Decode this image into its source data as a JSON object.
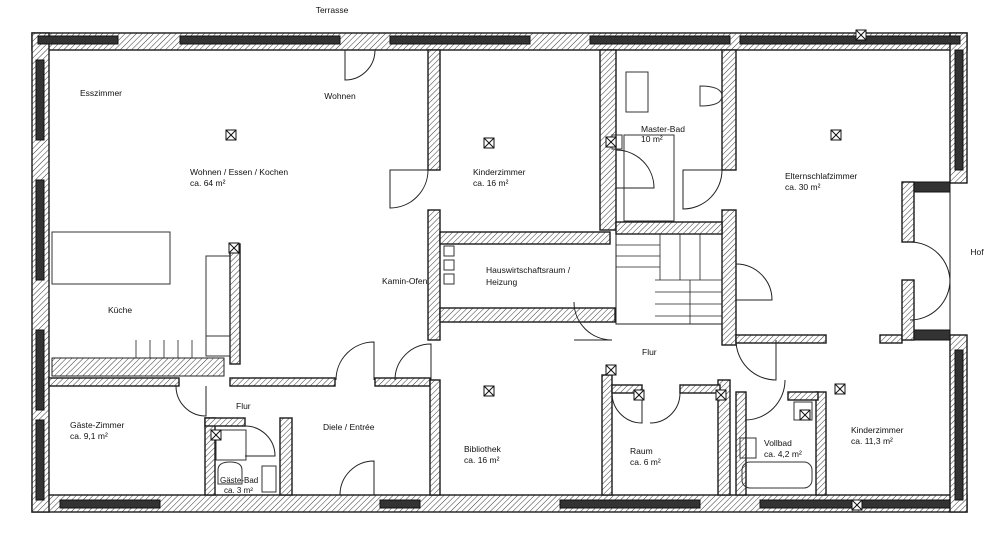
{
  "outside": {
    "terrace": "Terrasse",
    "courtyard": "Hof"
  },
  "rooms": {
    "dining": {
      "name": "Esszimmer"
    },
    "living": {
      "name": "Wohnen"
    },
    "living_dining_kitchen": {
      "name": "Wohnen  /  Essen  /  Kochen",
      "area": "ca. 64 m²"
    },
    "kitchen": {
      "name": "Küche"
    },
    "fireplace": {
      "name": "Kamin-Ofen"
    },
    "kids_room_1": {
      "name": "Kinderzimmer",
      "area": "ca. 16 m²"
    },
    "master_bath": {
      "name": "Master-Bad",
      "area": "10 m²"
    },
    "parents_bedroom": {
      "name": "Elternschlafzimmer",
      "area": "ca. 30 m²"
    },
    "utility": {
      "name": "Hauswirtschaftsraum /",
      "name2": "Heizung"
    },
    "hall_right": {
      "name": "Flur"
    },
    "guest_room": {
      "name": "Gäste-Zimmer",
      "area": "ca. 9,1 m²"
    },
    "hall_left": {
      "name": "Flur"
    },
    "guest_bath": {
      "name": "Gäste-Bad",
      "area": "ca. 3 m²"
    },
    "entrance": {
      "name": "Diele / Entrée"
    },
    "library": {
      "name": "Bibliothek",
      "area": "ca. 16 m²"
    },
    "room": {
      "name": "Raum",
      "area": "ca. 6 m²"
    },
    "full_bath": {
      "name": "Vollbad",
      "area": "ca. 4,2 m²"
    },
    "kids_room_2": {
      "name": "Kinderzimmer",
      "area": "ca. 11,3 m²"
    }
  },
  "colors": {
    "wall": "#1a1a1a",
    "window": "#333333",
    "background": "#ffffff"
  }
}
